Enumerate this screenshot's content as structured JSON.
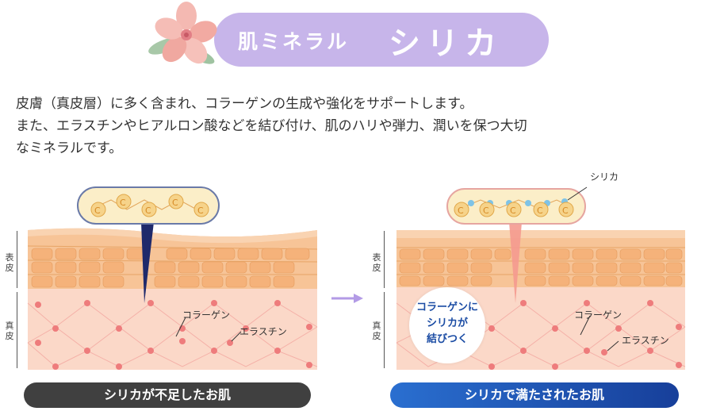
{
  "title": {
    "small": "肌ミネラル",
    "big": "シリカ"
  },
  "intro_lines": [
    "皮膚（真皮層）に多く含まれ、コラーゲンの生成や強化をサポートします。",
    "また、エラスチンやヒアルロン酸などを結び付け、肌のハリや弾力、潤いを保つ大切",
    "なミネラルです。"
  ],
  "left_panel": {
    "label_epidermis": [
      "表",
      "皮"
    ],
    "label_dermis": [
      "真",
      "皮"
    ],
    "collagen_label": "コラーゲン",
    "elastin_label": "エラスチン",
    "caption": "シリカが不足したお肌"
  },
  "right_panel": {
    "silica_label": "シリカ",
    "label_epidermis": [
      "表",
      "皮"
    ],
    "label_dermis": [
      "真",
      "皮"
    ],
    "bubble_lines": [
      "コラーゲンに",
      "シリカが",
      "結びつく"
    ],
    "collagen_label": "コラーゲン",
    "elastin_label": "エラスチン",
    "caption": "シリカで満たされたお肌"
  },
  "colors": {
    "title_pill": "#c7b5ea",
    "caption_left": "#404040",
    "caption_right": "#1d56b5",
    "dermis": "#fbd8c8",
    "epidermis": "#f7c497",
    "arrow": "#b39be6"
  }
}
